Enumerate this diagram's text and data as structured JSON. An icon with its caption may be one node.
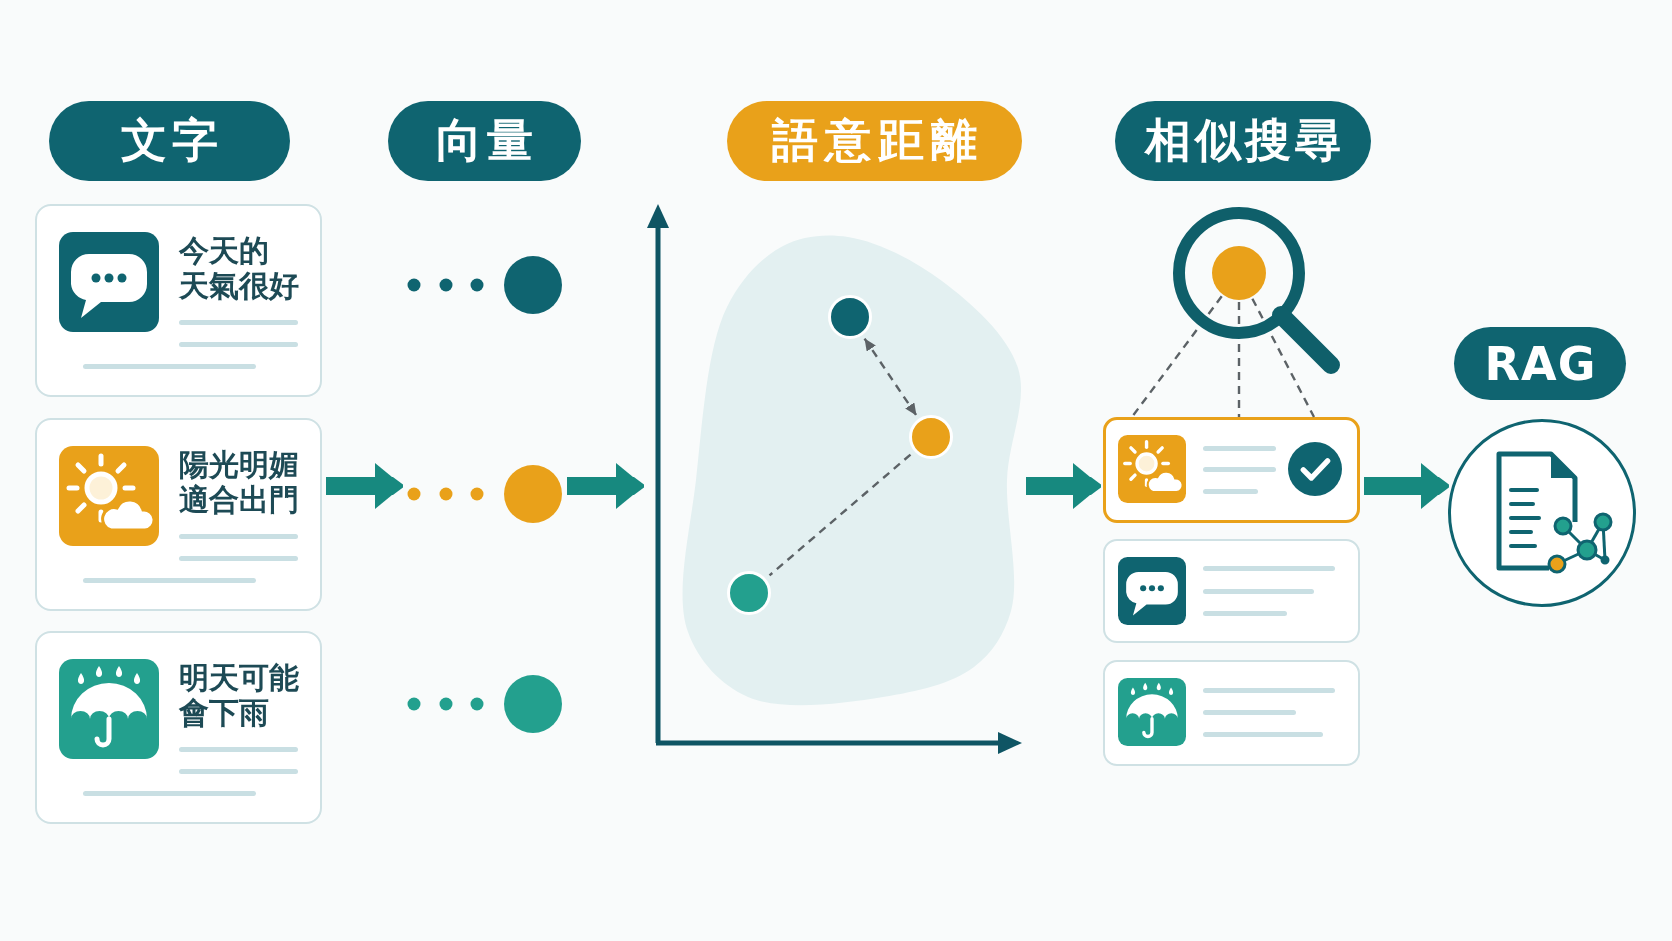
{
  "diagram": {
    "nodes": [
      {
        "text": [
          "文字"
        ]
      },
      {
        "text": [
          "向量"
        ]
      },
      {
        "text": [
          "語意距離"
        ]
      },
      {
        "text": [
          "相似搜尋"
        ]
      },
      {
        "text": [
          "今天的天氣很好"
        ]
      },
      {
        "text": [
          "陽光明媚適合出門"
        ]
      },
      {
        "text": [
          "明天可能會下雨"
        ]
      },
      {
        "text": [],
        "shape": "circle"
      },
      {
        "text": [],
        "shape": "circle"
      },
      {
        "text": [],
        "shape": "circle"
      },
      {
        "text": [],
        "shape": "chart"
      },
      {
        "text": [],
        "shape": "circle",
        "in": 10
      },
      {
        "text": [],
        "shape": "circle",
        "in": 10
      },
      {
        "text": [],
        "shape": "circle",
        "in": 10
      },
      {
        "text": [],
        "shape": "circle"
      },
      {
        "text": [],
        "shape": "box"
      },
      {
        "text": [],
        "shape": "box"
      },
      {
        "text": [],
        "shape": "box"
      },
      {
        "text": [
          "RAG"
        ]
      },
      {
        "text": [],
        "shape": "circle"
      }
    ],
    "edges": [
      {
        "from": 5,
        "to": 8,
        "arrow": "to",
        "style": "thick",
        "color": "#17897f"
      },
      {
        "from": 8,
        "to": 10,
        "arrow": "to",
        "style": "thick",
        "color": "#17897f"
      },
      {
        "from": 11,
        "to": 12,
        "arrow": "both",
        "style": "dashed"
      },
      {
        "from": 12,
        "to": 13,
        "arrow": "none",
        "style": "dashed"
      },
      {
        "from": 10,
        "to": 15,
        "arrow": "to",
        "style": "thick",
        "color": "#17897f"
      },
      {
        "from": 14,
        "to": 15,
        "arrow": "none",
        "style": "dashed"
      },
      {
        "from": 14,
        "to": 15,
        "arrow": "none",
        "style": "dashed"
      },
      {
        "from": 14,
        "to": 15,
        "arrow": "none",
        "style": "dashed"
      },
      {
        "from": 15,
        "to": 19,
        "arrow": "to",
        "style": "thick",
        "color": "#17897f"
      }
    ]
  }
}
